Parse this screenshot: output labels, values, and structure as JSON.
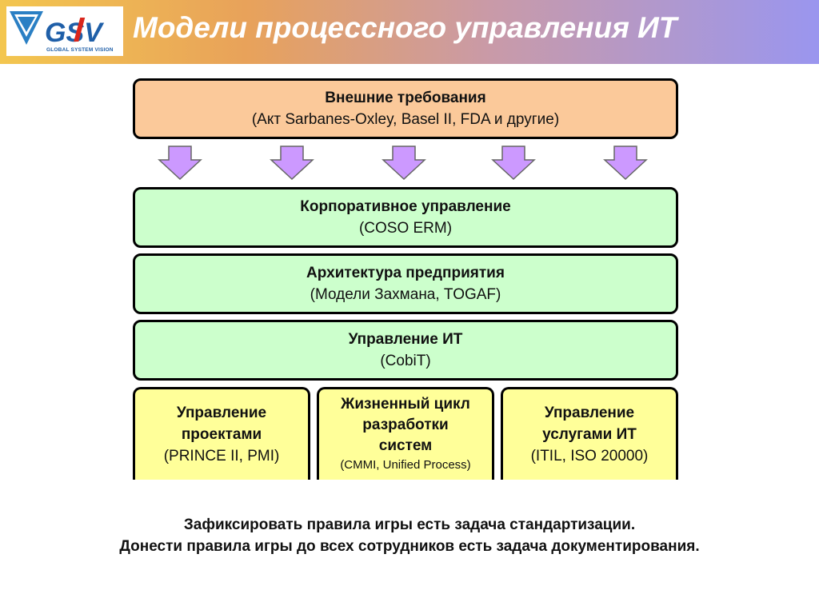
{
  "header": {
    "title": "Модели процессного управления ИТ",
    "logo_text": "GSV",
    "logo_subtitle": "GLOBAL SYSTEM VISION"
  },
  "boxes": {
    "external": {
      "title": "Внешние требования",
      "subtitle": "(Акт Sarbanes-Oxley, Basel II, FDA и другие)"
    },
    "corporate": {
      "title": "Корпоративное управление",
      "subtitle": "(COSO ERM)"
    },
    "architecture": {
      "title": "Архитектура предприятия",
      "subtitle": "(Модели Захмана, TOGAF)"
    },
    "it_management": {
      "title": "Управление ИТ",
      "subtitle": "(CobiT)"
    },
    "projects": {
      "line1": "Управление",
      "line2": "проектами",
      "subtitle": "(PRINCE II, PMI)"
    },
    "sdlc": {
      "line1": "Жизненный цикл",
      "line2": "разработки",
      "line3": "систем",
      "subtitle": "(CMMI, Unified Process)"
    },
    "services": {
      "line1": "Управление",
      "line2": "услугами ИТ",
      "subtitle": "(ITIL, ISO 20000)"
    }
  },
  "footer": {
    "line1": "Зафиксировать правила игры есть задача стандартизации.",
    "line2": "Донести правила игры до всех сотрудников есть задача документирования."
  },
  "colors": {
    "external_fill": "#fbc99a",
    "green_fill": "#ccffcc",
    "yellow_fill": "#ffff99",
    "arrow_fill": "#cc99ff",
    "title_text": "#ffffff",
    "logo_blue": "#1f5fa8",
    "logo_red": "#d9261c"
  },
  "icons": {
    "arrows": "arrow-down-icon",
    "logo": "gsv-logo-icon"
  }
}
